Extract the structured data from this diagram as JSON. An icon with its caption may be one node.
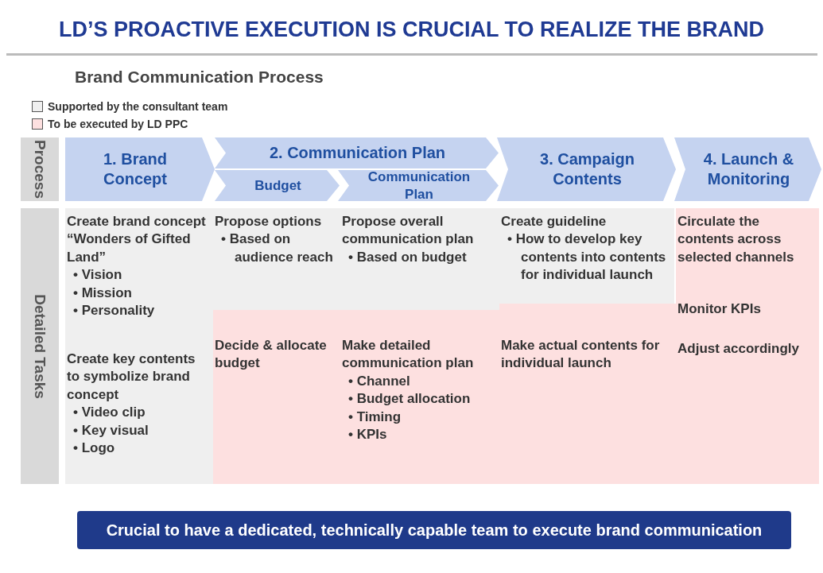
{
  "diagram": {
    "title": "LD’S PROACTIVE EXECUTION IS CRUCIAL TO REALIZE THE BRAND",
    "nodes": [
      {
        "text": [
          "Process"
        ]
      },
      {
        "text": [
          "1. Brand Concept"
        ]
      },
      {
        "text": [
          "2. Communication Plan"
        ]
      },
      {
        "text": [
          "Budget"
        ]
      },
      {
        "text": [
          "Communication Plan"
        ]
      },
      {
        "text": [
          "3. Campaign Contents"
        ]
      },
      {
        "text": [
          "4. Launch & Monitoring"
        ]
      },
      {
        "text": [
          "Detailed Tasks"
        ]
      },
      {
        "text": [
          "Create brand concept “Wonders of Gifted Land”",
          "• Vision",
          "• Mission",
          "• Personality"
        ]
      },
      {
        "text": [
          "Create key contents to symbolize brand concept",
          "• Video clip",
          "• Key visual",
          "• Logo"
        ]
      },
      {
        "text": [
          "Propose options",
          "• Based on audience reach"
        ]
      },
      {
        "text": [
          "Propose overall communication plan",
          "• Based on budget"
        ]
      },
      {
        "text": [
          "Create guideline",
          "• How to develop key contents into contents for individual launch"
        ]
      },
      {
        "text": [
          "Circulate the contents across selected channels"
        ]
      },
      {
        "text": [
          "Monitor KPIs"
        ]
      },
      {
        "text": [
          "Adjust accordingly"
        ]
      },
      {
        "text": [
          "Decide & allocate budget"
        ]
      },
      {
        "text": [
          "Make detailed communication plan",
          "• Channel",
          "• Budget allocation",
          "• Timing",
          "• KPIs"
        ]
      },
      {
        "text": [
          "Make actual contents for individual launch"
        ]
      },
      {
        "text": [
          "Crucial to have a dedicated, technically capable team to execute brand communication"
        ]
      }
    ],
    "labels": [
      "Brand Communication Process"
    ],
    "legend": [
      {
        "text": "Supported by the consultant team",
        "color": "#efefef"
      },
      {
        "text": "To be executed by LD PPC",
        "color": "#fde0e0"
      }
    ]
  }
}
